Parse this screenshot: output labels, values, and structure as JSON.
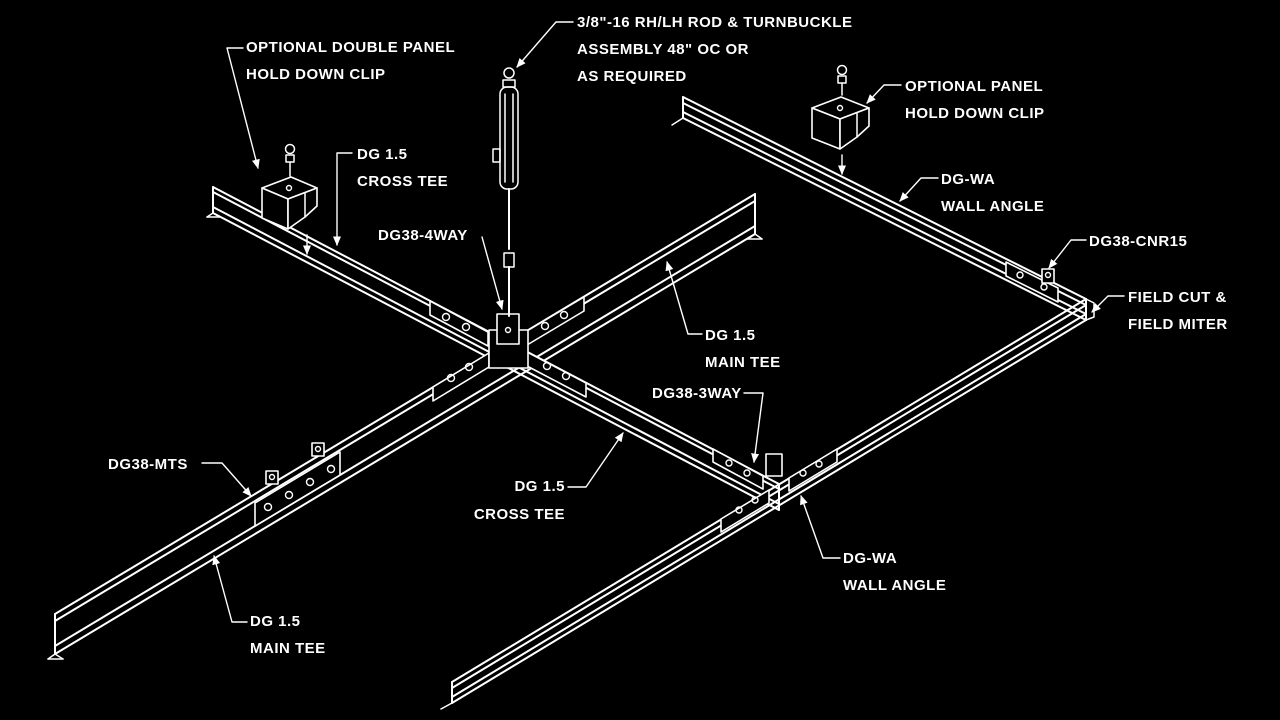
{
  "colors": {
    "background": "#000000",
    "ink": "#ffffff"
  },
  "drawing": {
    "kind": "isometric ceiling suspension grid detail"
  },
  "labels": {
    "optional_double_clip": {
      "line1": "OPTIONAL DOUBLE PANEL",
      "line2": "HOLD DOWN CLIP"
    },
    "rod_assembly": {
      "line1": "3/8\"-16 RH/LH ROD & TURNBUCKLE",
      "line2": "ASSEMBLY 48\" OC OR",
      "line3": "AS REQUIRED"
    },
    "optional_panel_clip": {
      "line1": "OPTIONAL PANEL",
      "line2": "HOLD DOWN CLIP"
    },
    "cross_tee_top": {
      "line1": "DG 1.5",
      "line2": "CROSS TEE"
    },
    "four_way": {
      "line1": "DG38-4WAY"
    },
    "wall_angle_top": {
      "line1": "DG-WA",
      "line2": "WALL ANGLE"
    },
    "corner_clip": {
      "line1": "DG38-CNR15"
    },
    "field_cut": {
      "line1": "FIELD CUT &",
      "line2": "FIELD MITER"
    },
    "main_tee_center": {
      "line1": "DG 1.5",
      "line2": "MAIN TEE"
    },
    "three_way": {
      "line1": "DG38-3WAY"
    },
    "main_tee_splice": {
      "line1": "DG38-MTS"
    },
    "cross_tee_bottom": {
      "line1": "DG 1.5",
      "line2": "CROSS TEE"
    },
    "wall_angle_bottom": {
      "line1": "DG-WA",
      "line2": "WALL ANGLE"
    },
    "main_tee_bottom": {
      "line1": "DG 1.5",
      "line2": "MAIN TEE"
    }
  }
}
